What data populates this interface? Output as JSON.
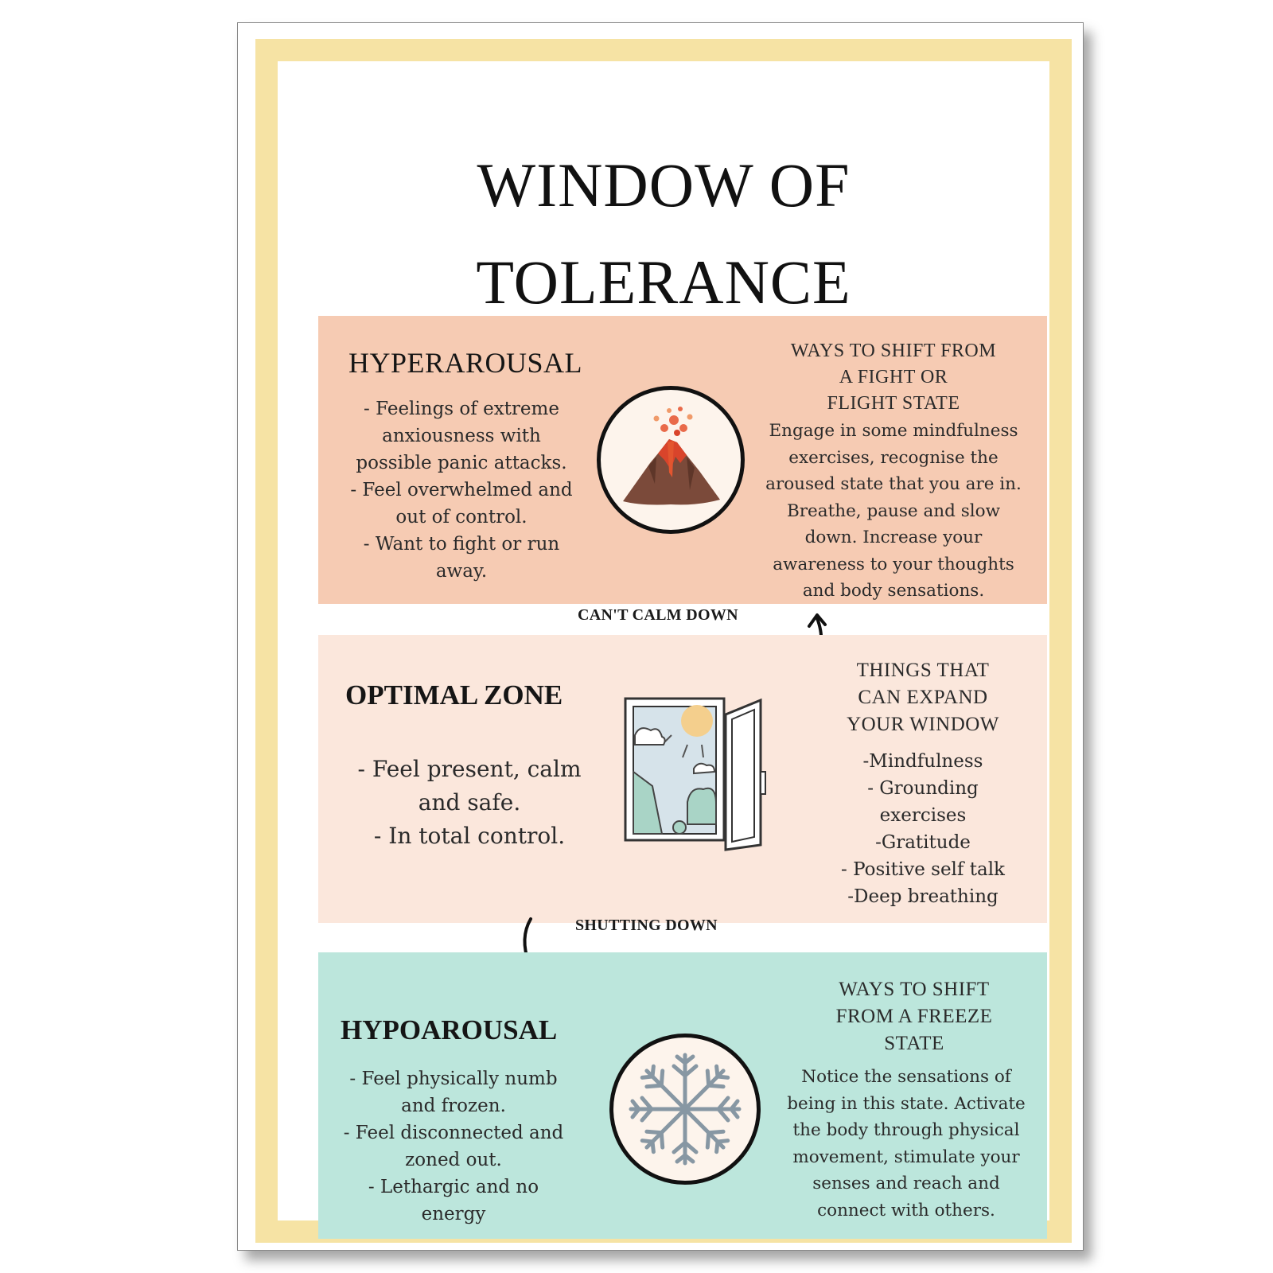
{
  "title": {
    "line1": "WINDOW OF",
    "line2": "TOLERANCE"
  },
  "hyperarousal": {
    "heading": "HYPERAROUSAL",
    "symptoms": [
      "- Feelings of extreme",
      "anxiousness with",
      "possible panic attacks.",
      "- Feel overwhelmed and",
      "out of control.",
      "- Want to fight or run",
      "away."
    ],
    "icon": "volcano-icon",
    "shift_title": [
      "WAYS TO SHIFT FROM",
      "A FIGHT OR",
      "FLIGHT STATE"
    ],
    "shift_text": [
      "Engage in some mindfulness",
      "exercises, recognise the",
      "aroused state that you are in.",
      "Breathe, pause and slow",
      "down. Increase your",
      "awareness to your thoughts",
      "and body sensations."
    ]
  },
  "transition_up": {
    "label": "CAN'T CALM DOWN"
  },
  "optimal": {
    "heading": "OPTIMAL ZONE",
    "symptoms": [
      "- Feel present, calm",
      "and safe.",
      "- In total control."
    ],
    "icon": "open-window-icon",
    "expand_title": [
      "THINGS THAT",
      "CAN EXPAND",
      "YOUR WINDOW"
    ],
    "expand_list": [
      "-Mindfulness",
      "- Grounding",
      "exercises",
      "-Gratitude",
      "- Positive self talk",
      "-Deep breathing"
    ]
  },
  "transition_down": {
    "label": "SHUTTING DOWN"
  },
  "hypoarousal": {
    "heading": "HYPOAROUSAL",
    "symptoms": [
      "- Feel physically numb",
      "and frozen.",
      "- Feel disconnected and",
      "zoned out.",
      "- Lethargic and no",
      "energy"
    ],
    "icon": "snowflake-icon",
    "shift_title": [
      "WAYS TO SHIFT",
      "FROM A FREEZE",
      "STATE"
    ],
    "shift_text": [
      "Notice the sensations of",
      "being in this state. Activate",
      "the body through physical",
      "movement, stimulate your",
      "senses and reach and",
      "connect with others."
    ]
  },
  "colors": {
    "frame": "#f6e3a4",
    "hyperarousal_band": "#f6cbb3",
    "optimal_band": "#fbe7dc",
    "hypoarousal_band": "#bce6dc"
  }
}
